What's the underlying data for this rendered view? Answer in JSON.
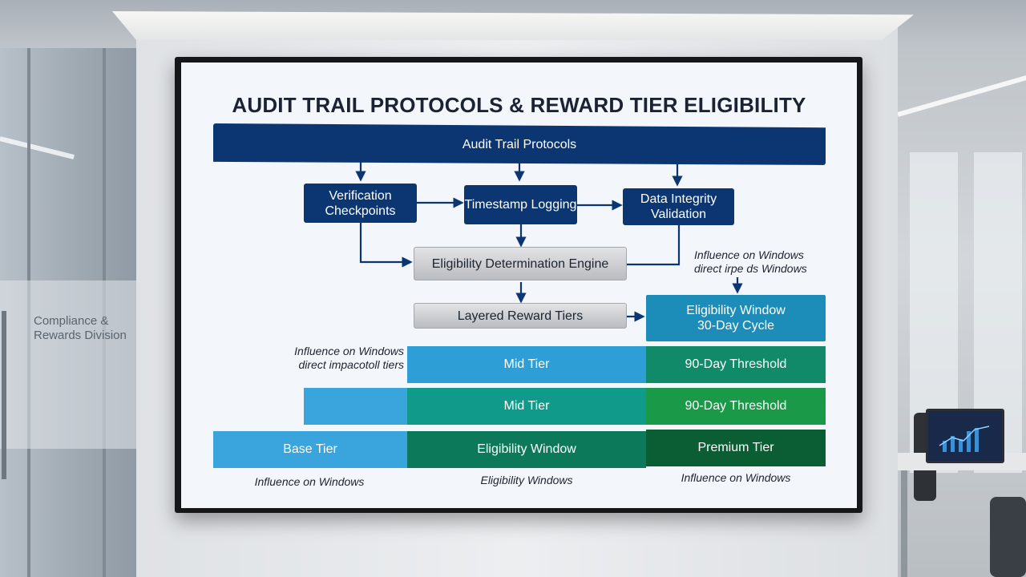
{
  "room": {
    "division_label": "Compliance & Rewards Division"
  },
  "diagram": {
    "title": "AUDIT TRAIL PROTOCOLS & REWARD TIER ELIGIBILITY",
    "top_bar": "Audit Trail Protocols",
    "steps": [
      "Verification Checkpoints",
      "Timestamp Logging",
      "Data Integrity Validation"
    ],
    "engine": "Eligibility Determination Engine",
    "layered": "Layered Reward Tiers",
    "window_box": {
      "line1": "Eligibility Window",
      "line2": "30-Day Cycle"
    },
    "note_right": {
      "line1": "Influence on Windows",
      "line2": "direct irpe ds Windows"
    },
    "note_left": {
      "line1": "Influence on Windows",
      "line2": "direct impacotoll tiers"
    },
    "rows": [
      {
        "middle": "Mid Tier",
        "right": "90-Day Threshold"
      },
      {
        "middle": "Mid Tier",
        "right": "90-Day Threshold"
      },
      {
        "left": "Base Tier",
        "middle": "Eligibility Window",
        "right": "Premium Tier"
      }
    ],
    "captions": [
      "Influence on Windows",
      "Eligibility Windows",
      "Influence on Windows"
    ],
    "colors": {
      "navy": "#0c3672",
      "light_blue": "#3aa5dc",
      "teal": "#0f9a8a",
      "green": "#178a4e",
      "dark_green": "#0b5e33"
    }
  }
}
